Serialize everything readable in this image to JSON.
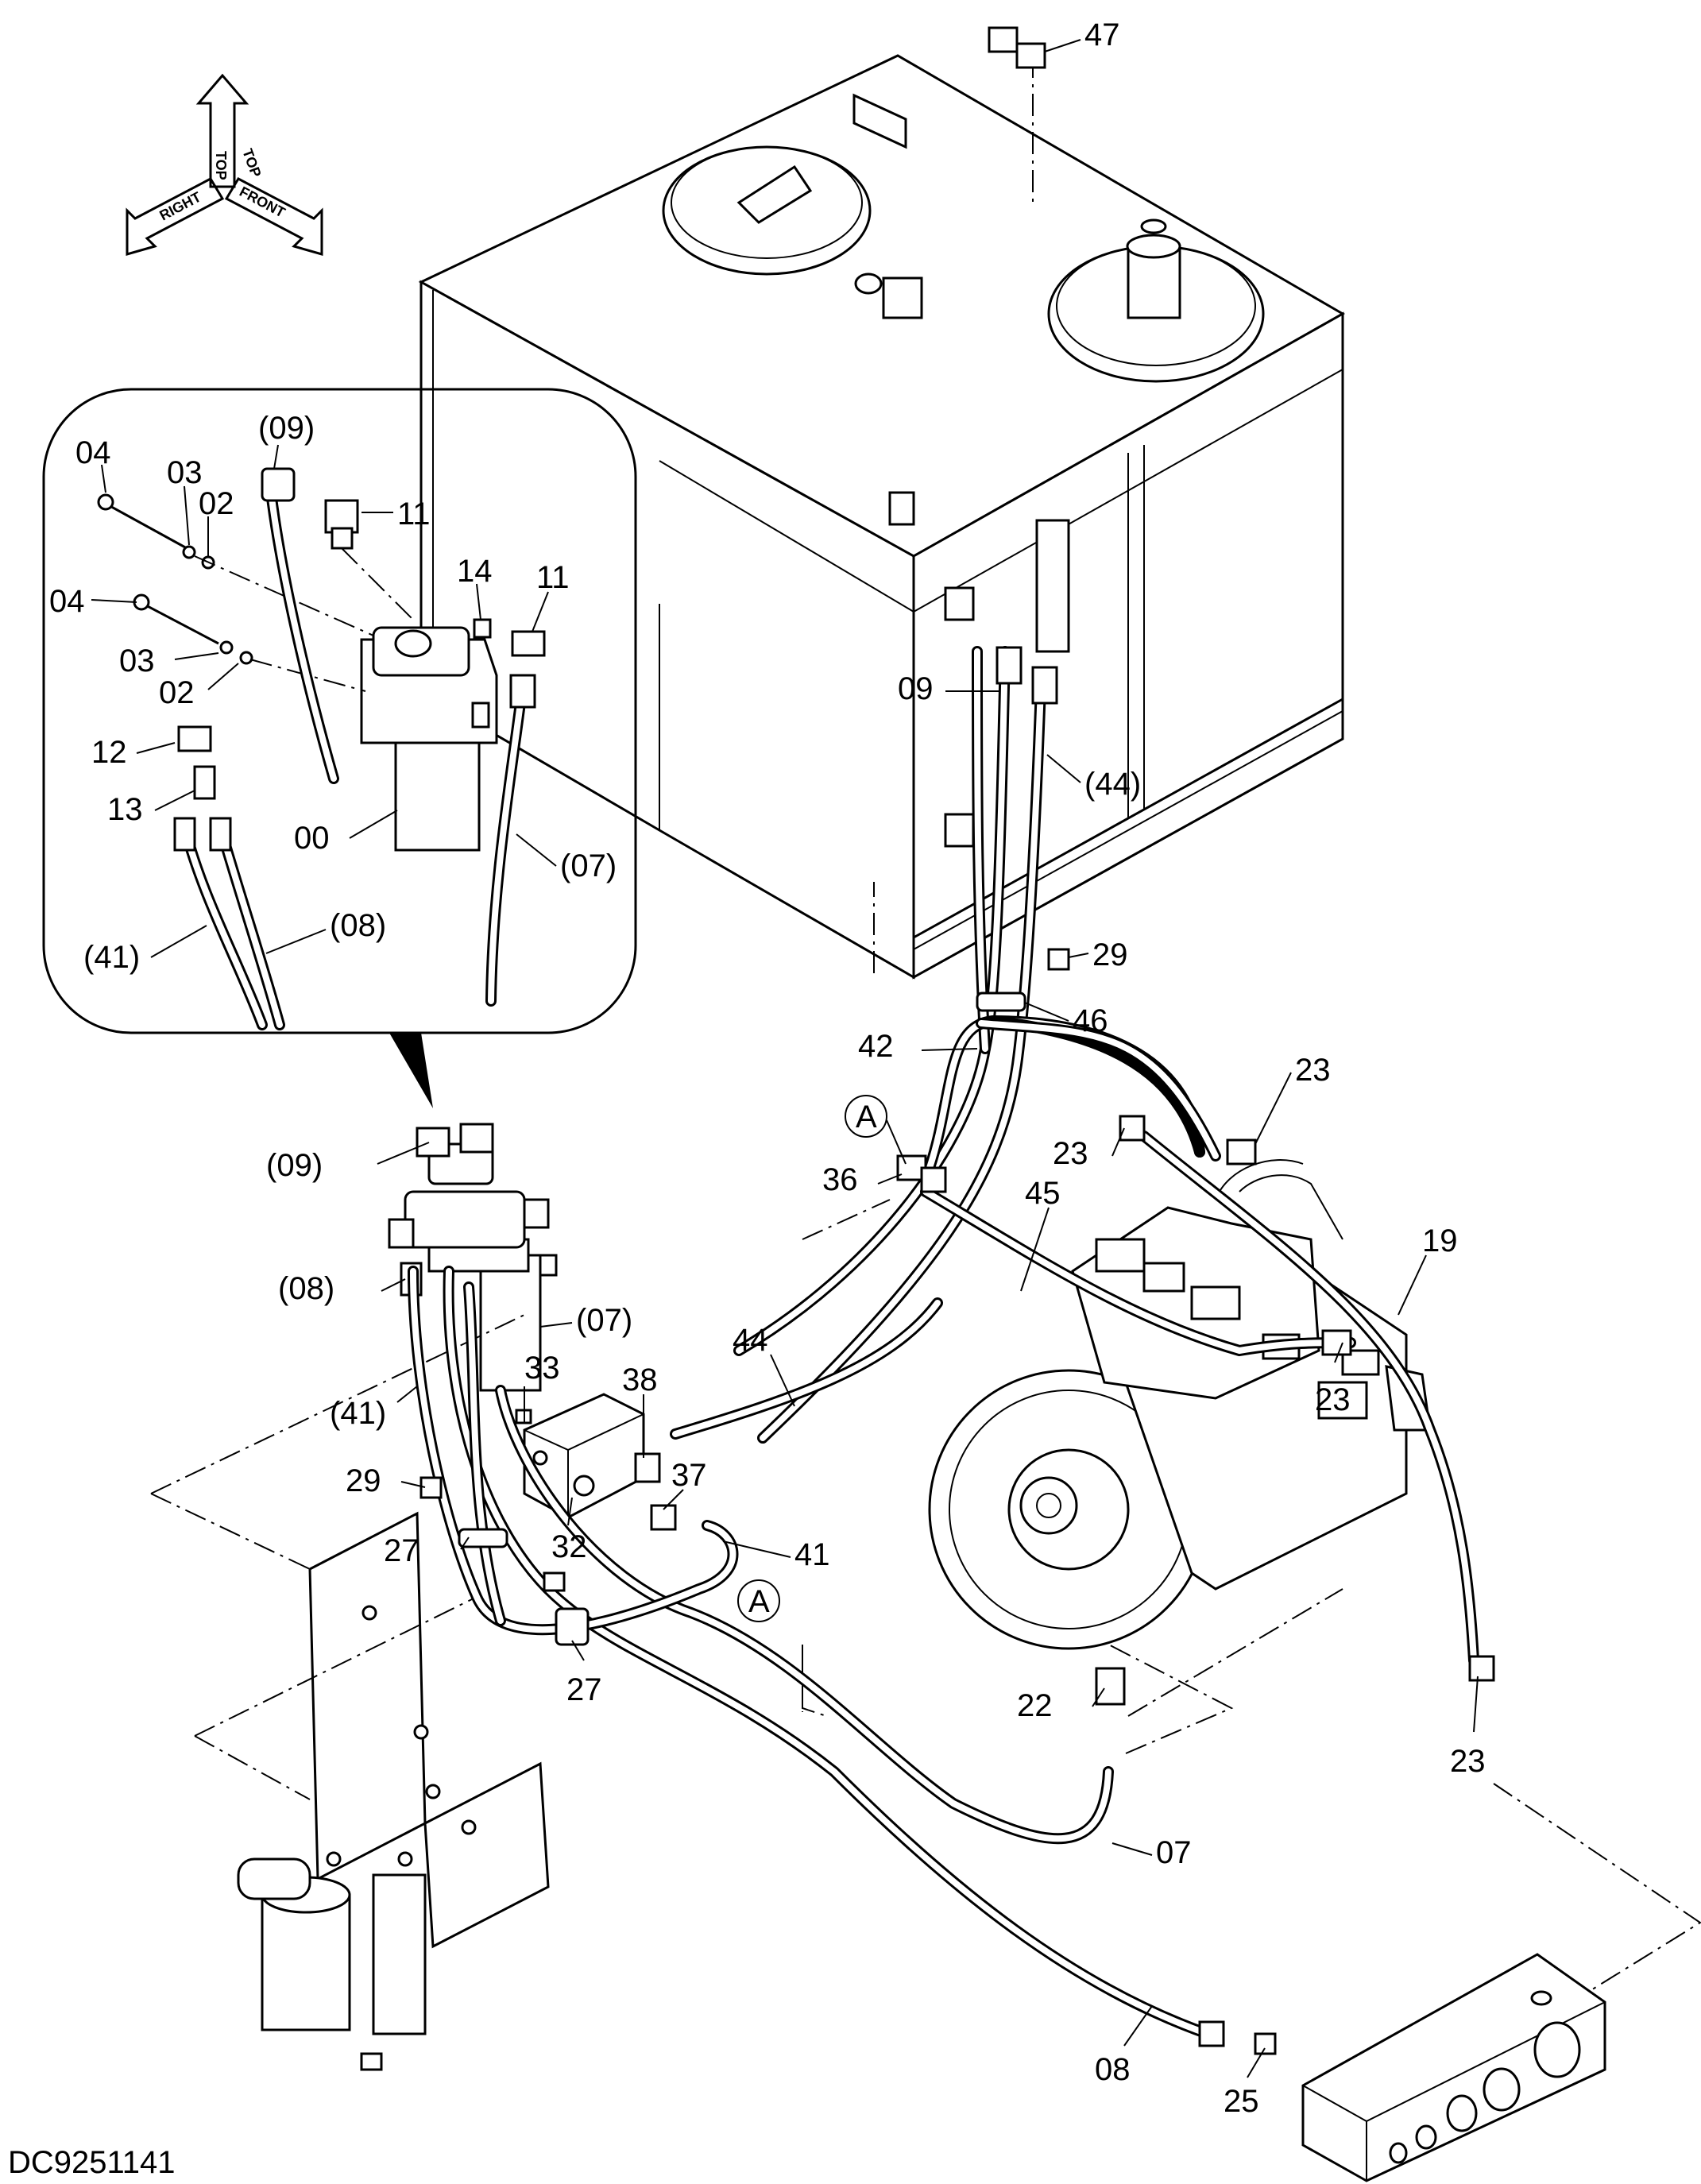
{
  "drawing_code": "DC9251141",
  "orientation": {
    "top": "TOP",
    "right": "RIGHT",
    "front": "FRONT"
  },
  "callouts": {
    "c47": "47",
    "c29a": "29",
    "c46": "46",
    "c42": "42",
    "c23a": "23",
    "c23b": "23",
    "c36": "36",
    "c45": "45",
    "c19": "19",
    "c09": "09",
    "c44a": "(44)",
    "c44b": "44",
    "c38": "38",
    "c37": "37",
    "c41": "41",
    "c32": "32",
    "c33": "33",
    "c27a": "27",
    "c27b": "27",
    "c29b": "29",
    "c23c": "23",
    "c22": "22",
    "c07": "07",
    "c23d": "23",
    "c08": "08",
    "c25": "25",
    "c09p": "(09)",
    "c08p": "(08)",
    "c07p": "(07)",
    "c41p": "(41)",
    "refA1": "A",
    "refA2": "A"
  },
  "detail": {
    "c09": "(09)",
    "c04a": "04",
    "c03a": "03",
    "c02a": "02",
    "c11a": "11",
    "c14": "14",
    "c11b": "11",
    "c04b": "04",
    "c03b": "03",
    "c02b": "02",
    "c12": "12",
    "c13": "13",
    "c00": "00",
    "c07": "(07)",
    "c41": "(41)",
    "c08": "(08)"
  }
}
